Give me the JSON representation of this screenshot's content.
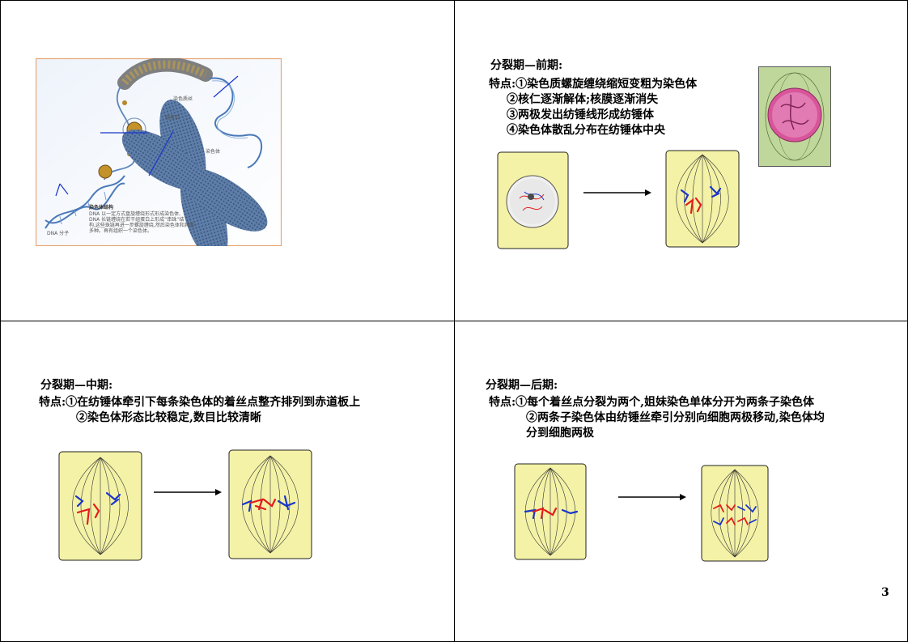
{
  "page_number": "3",
  "panel1": {
    "labels": {
      "chromatin": "染色质丝",
      "histone": "组蛋白",
      "chromosome": "染色体",
      "dna": "DNA 分子",
      "caption_title": "染色体结构",
      "caption_lines": [
        "DNA 以一定方式盘旋缠绕形式形成染色体,",
        "DNA 长链缠绕在若干组蛋白上形成“串珠”结",
        "构,这些珠链再进一步螺旋缠绕,然后染色体和其他",
        "多种。再有组织一个染色体。"
      ]
    }
  },
  "panel2": {
    "title": "分裂期—前期:",
    "features": [
      "特点:①染色质螺旋缠绕缩短变粗为染色体",
      "②核仁逐渐解体;核膜逐渐消失",
      "③两极发出纺锤线形成纺锤体",
      "④染色体散乱分布在纺锤体中央"
    ]
  },
  "panel3": {
    "title": "分裂期—中期:",
    "features": [
      "特点:①在纺锤体牵引下每条染色体的着丝点整齐排列到赤道板上",
      "②染色体形态比较稳定,数目比较清晰"
    ]
  },
  "panel4": {
    "title": "分裂期—后期:",
    "features": [
      "特点:①每个着丝点分裂为两个,姐妹染色单体分开为两条子染色体",
      "②两条子染色体由纺锤丝牵引分别向细胞两极移动,染色体均",
      "分到细胞两极"
    ]
  },
  "colors": {
    "cell_fill": "#f4f2a6",
    "chromosome_blue": "#1a35c9",
    "chromosome_red": "#e41b1b",
    "figure_border": "#e8a36f"
  }
}
